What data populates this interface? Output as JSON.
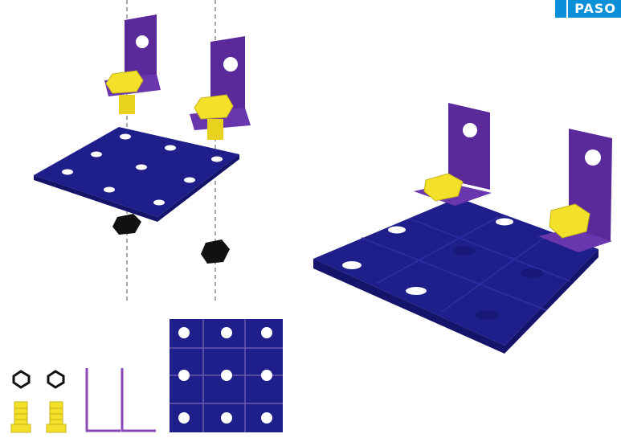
{
  "badge": {
    "label": "PASO"
  },
  "colors": {
    "plate": "#1e1f8a",
    "plate_dark": "#14146a",
    "bracket": "#5a2a9a",
    "bolt": "#f2e02a",
    "nut": "#111111",
    "badge": "#0a8fd9"
  },
  "parts_legend": {
    "nuts": 2,
    "screws": 2,
    "brackets": 2,
    "plate_grid": "3x3"
  }
}
